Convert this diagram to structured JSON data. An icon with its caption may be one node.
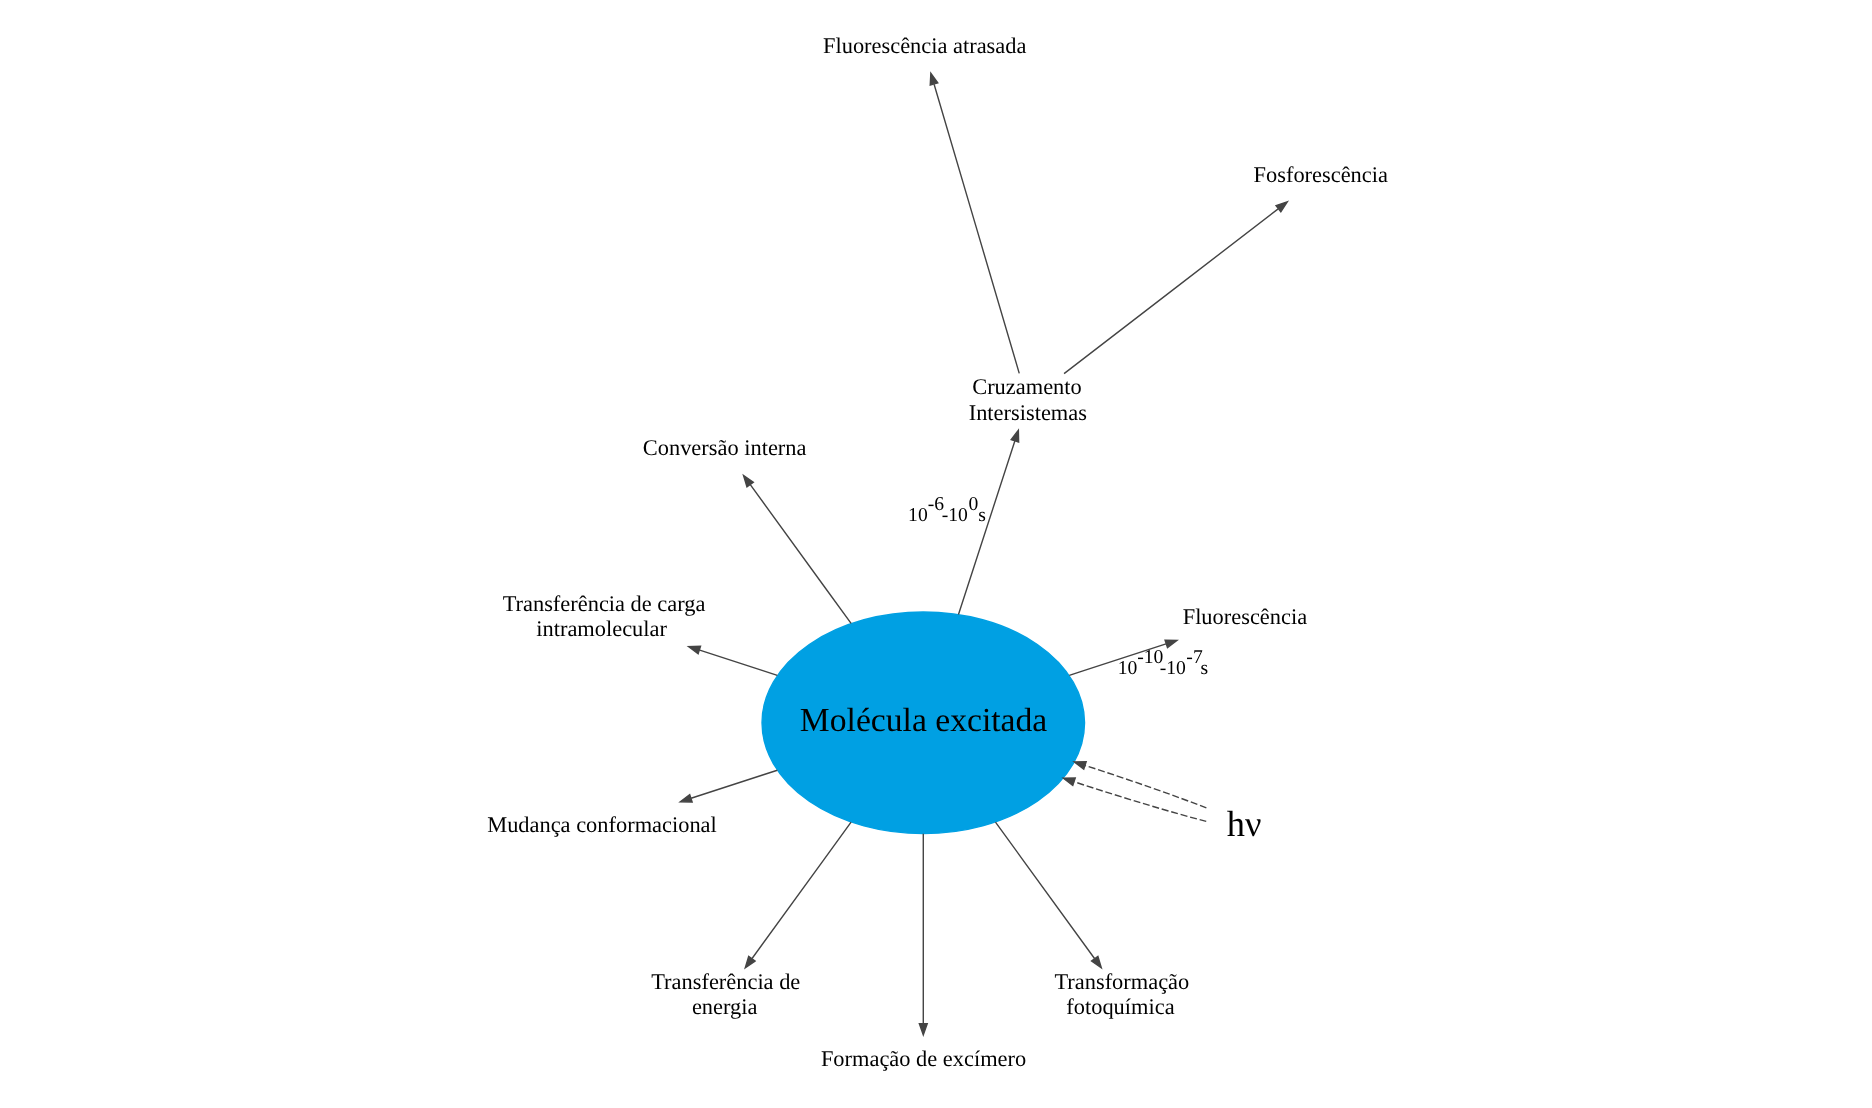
{
  "diagram": {
    "nodes": [
      {
        "text": [
          "Molécula excitada"
        ]
      },
      {
        "text": [
          "hν"
        ]
      },
      {
        "text": [
          "Fluorescência"
        ]
      },
      {
        "text": [
          "Cruzamento Intersistemas"
        ]
      },
      {
        "text": [
          "Fosforescência"
        ]
      },
      {
        "text": [
          "Fluorescência atrasada"
        ]
      },
      {
        "text": [
          "Conversão interna"
        ]
      },
      {
        "text": [
          "Transferência de carga intramolecular"
        ]
      },
      {
        "text": [
          "Mudança conformacional"
        ]
      },
      {
        "text": [
          "Transferência de energia"
        ]
      },
      {
        "text": [
          "Formação de excímero"
        ]
      },
      {
        "text": [
          "Transformação fotoquímica"
        ]
      }
    ],
    "edges": [
      {
        "from": 1,
        "to": 0,
        "arrow": "to",
        "style": "dashed"
      },
      {
        "from": 1,
        "to": 0,
        "arrow": "to",
        "style": "dashed"
      },
      {
        "from": 0,
        "to": 2,
        "arrow": "to",
        "label": "10$^{-10}$-10$^{-7}$s"
      },
      {
        "from": 0,
        "to": 3,
        "arrow": "to",
        "label": "10$^{-6}$-10$^{0}$s"
      },
      {
        "from": 3,
        "to": 4,
        "arrow": "to"
      },
      {
        "from": 3,
        "to": 5,
        "arrow": "to"
      },
      {
        "from": 0,
        "to": 6,
        "arrow": "to"
      },
      {
        "from": 0,
        "to": 7,
        "arrow": "to"
      },
      {
        "from": 0,
        "to": 8,
        "arrow": "to"
      },
      {
        "from": 0,
        "to": 9,
        "arrow": "to"
      },
      {
        "from": 0,
        "to": 10,
        "arrow": "to"
      },
      {
        "from": 0,
        "to": 11,
        "arrow": "to"
      }
    ]
  }
}
